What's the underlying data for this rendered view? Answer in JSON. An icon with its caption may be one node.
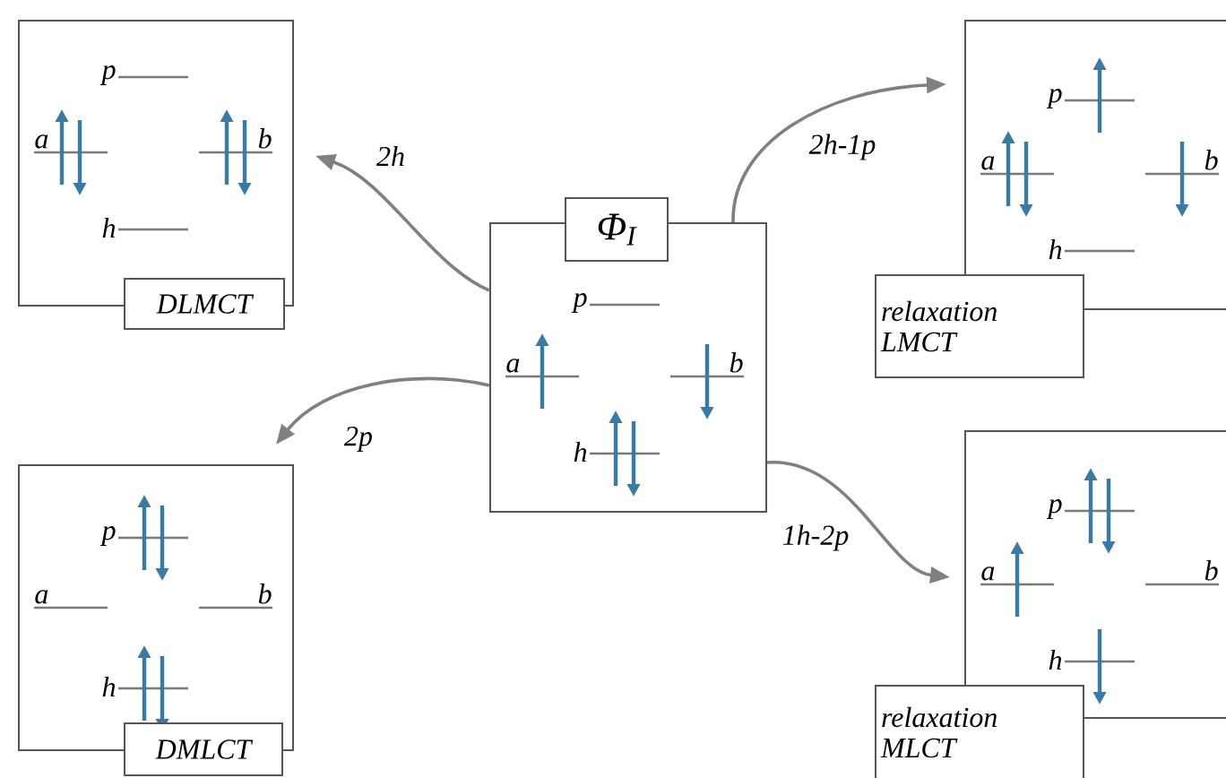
{
  "diagram": {
    "nodes": [
      {
        "text": [
          "DLMCT",
          "p",
          "a",
          "b",
          "h"
        ]
      },
      {
        "text": [
          "relaxation LMCT",
          "p",
          "a",
          "b",
          "h"
        ]
      },
      {
        "text": [
          "Φ$_{I}$",
          "p",
          "a",
          "b",
          "h"
        ]
      },
      {
        "text": [
          "DMLCT",
          "p",
          "a",
          "b",
          "h"
        ]
      },
      {
        "text": [
          "relaxation MLCT",
          "p",
          "a",
          "b",
          "h"
        ]
      }
    ],
    "edges": [
      {
        "from": 2,
        "to": 0,
        "arrow": "to",
        "label": "2h"
      },
      {
        "from": 2,
        "to": 1,
        "arrow": "to",
        "label": "2h-1p"
      },
      {
        "from": 2,
        "to": 3,
        "arrow": "to",
        "label": "2p"
      },
      {
        "from": 2,
        "to": 4,
        "arrow": "to",
        "label": "1h-2p"
      }
    ]
  }
}
